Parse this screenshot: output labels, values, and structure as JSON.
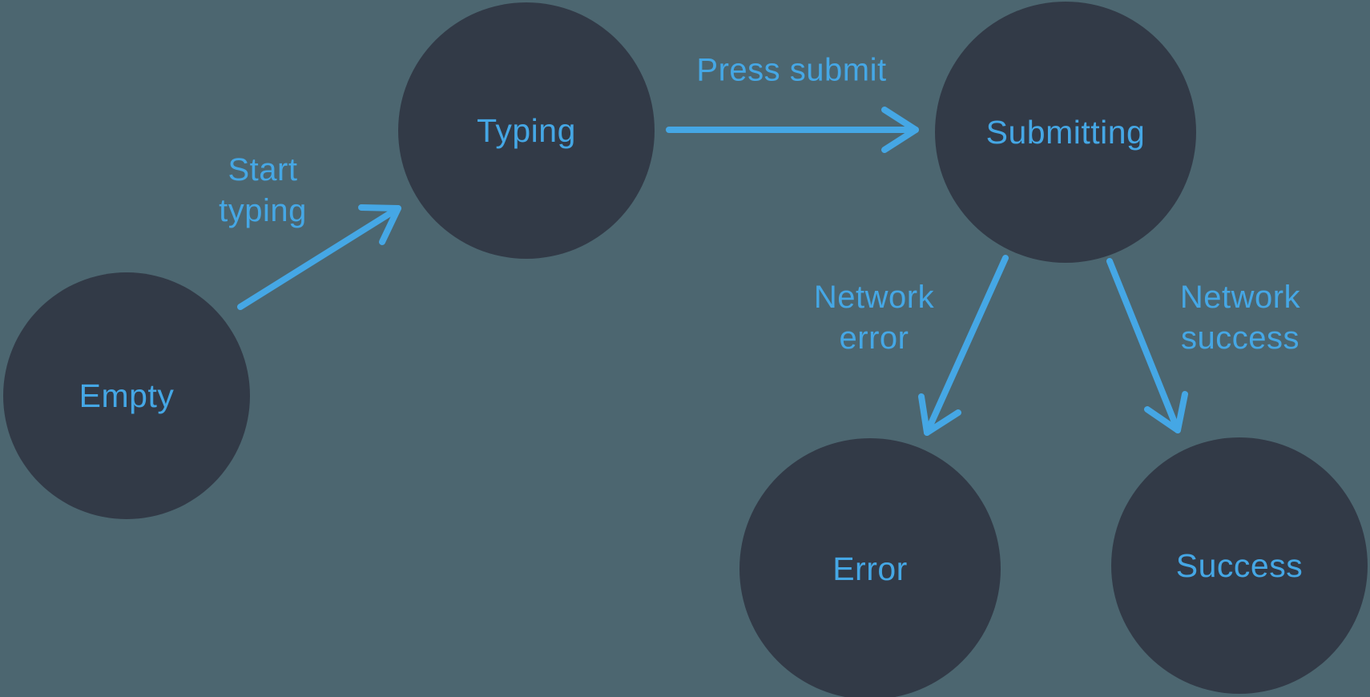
{
  "diagram": {
    "type": "state-machine",
    "colors": {
      "background": "#4C6670",
      "node_fill": "#323A47",
      "accent": "#45A7E5"
    },
    "nodes": [
      {
        "id": "empty",
        "label": "Empty"
      },
      {
        "id": "typing",
        "label": "Typing"
      },
      {
        "id": "submitting",
        "label": "Submitting"
      },
      {
        "id": "error",
        "label": "Error"
      },
      {
        "id": "success",
        "label": "Success"
      }
    ],
    "edges": [
      {
        "from": "empty",
        "to": "typing",
        "label": "Start typing",
        "label_lines": [
          "Start",
          "typing"
        ]
      },
      {
        "from": "typing",
        "to": "submitting",
        "label": "Press submit",
        "label_lines": [
          "Press submit"
        ]
      },
      {
        "from": "submitting",
        "to": "error",
        "label": "Network error",
        "label_lines": [
          "Network",
          "error"
        ]
      },
      {
        "from": "submitting",
        "to": "success",
        "label": "Network success",
        "label_lines": [
          "Network",
          "success"
        ]
      }
    ]
  }
}
